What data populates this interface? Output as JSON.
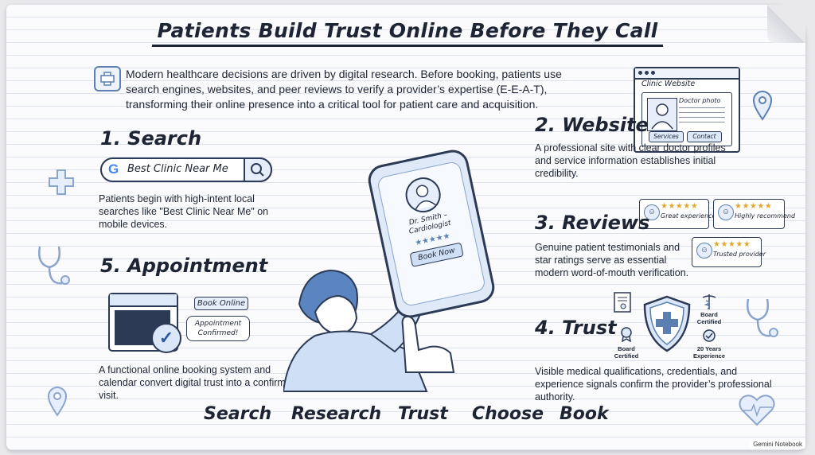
{
  "title": "Patients Build Trust Online Before They Call",
  "intro": "Modern healthcare decisions are driven by digital research. Before booking, patients use search engines, websites, and peer reviews to verify a provider’s expertise (E-E-A-T), transforming their online presence into a critical tool for patient care and acquisition.",
  "search": {
    "heading": "1. Search",
    "query": "Best Clinic Near Me",
    "google_glyph": "G",
    "text": "Patients begin with high-intent local searches like \"Best Clinic Near Me\" on mobile devices."
  },
  "website": {
    "heading": "2. Website",
    "window_title": "Clinic Website",
    "photo_label": "Doctor photo",
    "services_btn": "Services",
    "contact_btn": "Contact",
    "text": "A professional site with clear doctor profiles and service information establishes initial credibility."
  },
  "reviews": {
    "heading": "3. Reviews",
    "stars": "★★★★★",
    "items": [
      "Great experience!",
      "Highly recommend",
      "Trusted provider"
    ],
    "text": "Genuine patient testimonials and star ratings serve as essential modern word-of-mouth verification."
  },
  "trust": {
    "heading": "4. Trust",
    "badge1": "Board Certified",
    "badge2": "Board Certified",
    "badge3": "20 Years Experience",
    "text": "Visible medical qualifications, credentials, and experience signals confirm the provider’s professional authority."
  },
  "appointment": {
    "heading": "5. Appointment",
    "book_online": "Book Online",
    "confirm_line1": "Appointment",
    "confirm_line2": "Confirmed!",
    "text": "A functional online booking system and calendar convert digital trust into a confirmed visit."
  },
  "phone": {
    "doctor_line1": "Dr. Smith –",
    "doctor_line2": "Cardiologist",
    "stars": "★★★★★",
    "book_now": "Book Now"
  },
  "journey": [
    "Search",
    "Research",
    "Trust",
    "Choose",
    "Book"
  ],
  "watermark": "Gemini Notebook",
  "colors": {
    "ink": "#1d2433",
    "accent": "#5a7fb0",
    "star": "#e0a92e"
  }
}
